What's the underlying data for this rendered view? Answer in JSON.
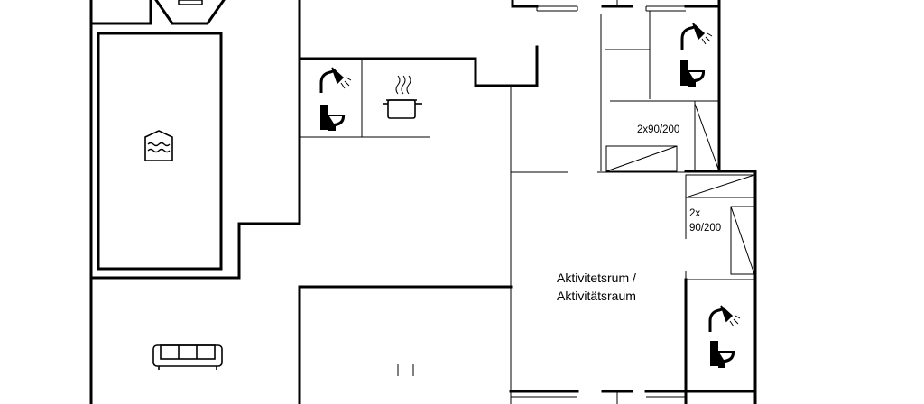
{
  "rooms": {
    "activity_room": {
      "line1": "Aktivitetsrum /",
      "line2": "Aktivitätsraum"
    },
    "bedroom_upper": {
      "beds": "2x90/200"
    },
    "bedroom_lower": {
      "beds_line1": "2x",
      "beds_line2": "90/200"
    }
  },
  "icons": {
    "pool": "pool-icon",
    "sofa": "sofa-icon",
    "kitchen": "cooking-pot-icon",
    "shower": "shower-icon",
    "toilet": "toilet-icon"
  },
  "colors": {
    "walls": "#000000",
    "background": "#ffffff"
  }
}
